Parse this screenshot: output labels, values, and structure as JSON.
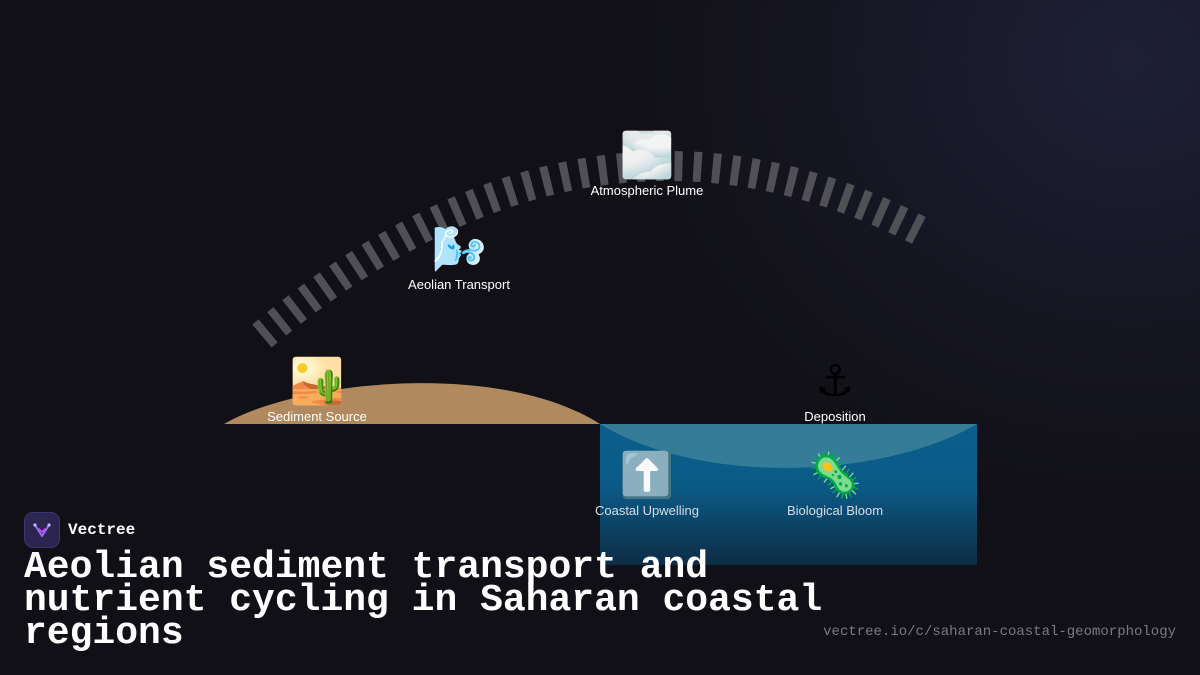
{
  "diagram": {
    "nodes": [
      {
        "id": "atmospheric-plume",
        "icon": "fog-cloud-icon",
        "emoji": "🌫️",
        "label": "Atmospheric Plume"
      },
      {
        "id": "aeolian-transport",
        "icon": "wind-face-icon",
        "emoji": "🌬️",
        "label": "Aeolian Transport"
      },
      {
        "id": "sediment-source",
        "icon": "desert-icon",
        "emoji": "🏜️",
        "label": "Sediment Source"
      },
      {
        "id": "deposition",
        "icon": "anchor-icon",
        "emoji": "⚓",
        "label": "Deposition"
      },
      {
        "id": "coastal-upwelling",
        "icon": "up-arrow-icon",
        "emoji": "⬆️",
        "label": "Coastal Upwelling"
      },
      {
        "id": "biological-bloom",
        "icon": "microbe-icon",
        "emoji": "🦠",
        "label": "Biological Bloom"
      }
    ],
    "colors": {
      "dune": "#b08a5e",
      "ocean_top": "#3a7f9a",
      "ocean_deep": "#0b5f8c",
      "plume_dashes": "#5a5a60",
      "background": "#111016"
    }
  },
  "brand": {
    "name": "Vectree",
    "logo_icon": "vectree-logo-icon"
  },
  "title": "Aeolian sediment transport and nutrient cycling in Saharan coastal regions",
  "url": "vectree.io/c/saharan-coastal-geomorphology"
}
